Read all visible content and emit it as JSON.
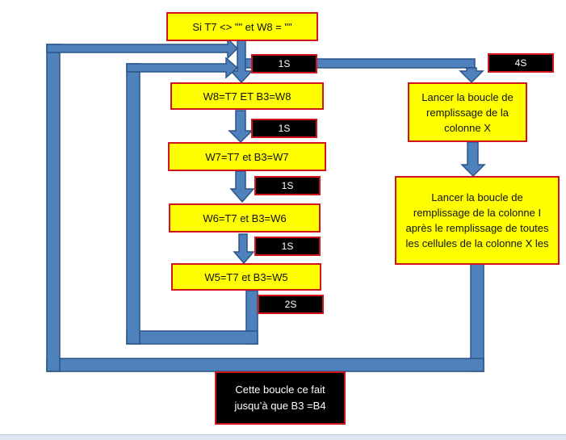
{
  "colors": {
    "connector_fill": "#4f81bd",
    "connector_stroke": "#2c5486",
    "box_fill": "#ffff00",
    "box_border": "#d0141a",
    "label_fill": "#000000",
    "label_text": "#ffffff"
  },
  "nodes": {
    "condition": "Si T7 <> \"\" et W8 = \"\"",
    "step_w8": "W8=T7 ET B3=W8",
    "step_w7": "W7=T7 et B3=W7",
    "step_w6": "W6=T7 et B3=W6",
    "step_w5": "W5=T7 et B3=W5",
    "loop_x": "Lancer la boucle de remplissage de la colonne X",
    "loop_i": "Lancer la boucle de remplissage de la colonne I après le remplissage de toutes les cellules de la colonne X  les",
    "end_condition": "Cette boucle ce fait jusqu’à que B3 =B4"
  },
  "delays": {
    "d1": "1S",
    "d2": "1S",
    "d3": "1S",
    "d4": "1S",
    "d5": "2S",
    "d6": "4S"
  }
}
